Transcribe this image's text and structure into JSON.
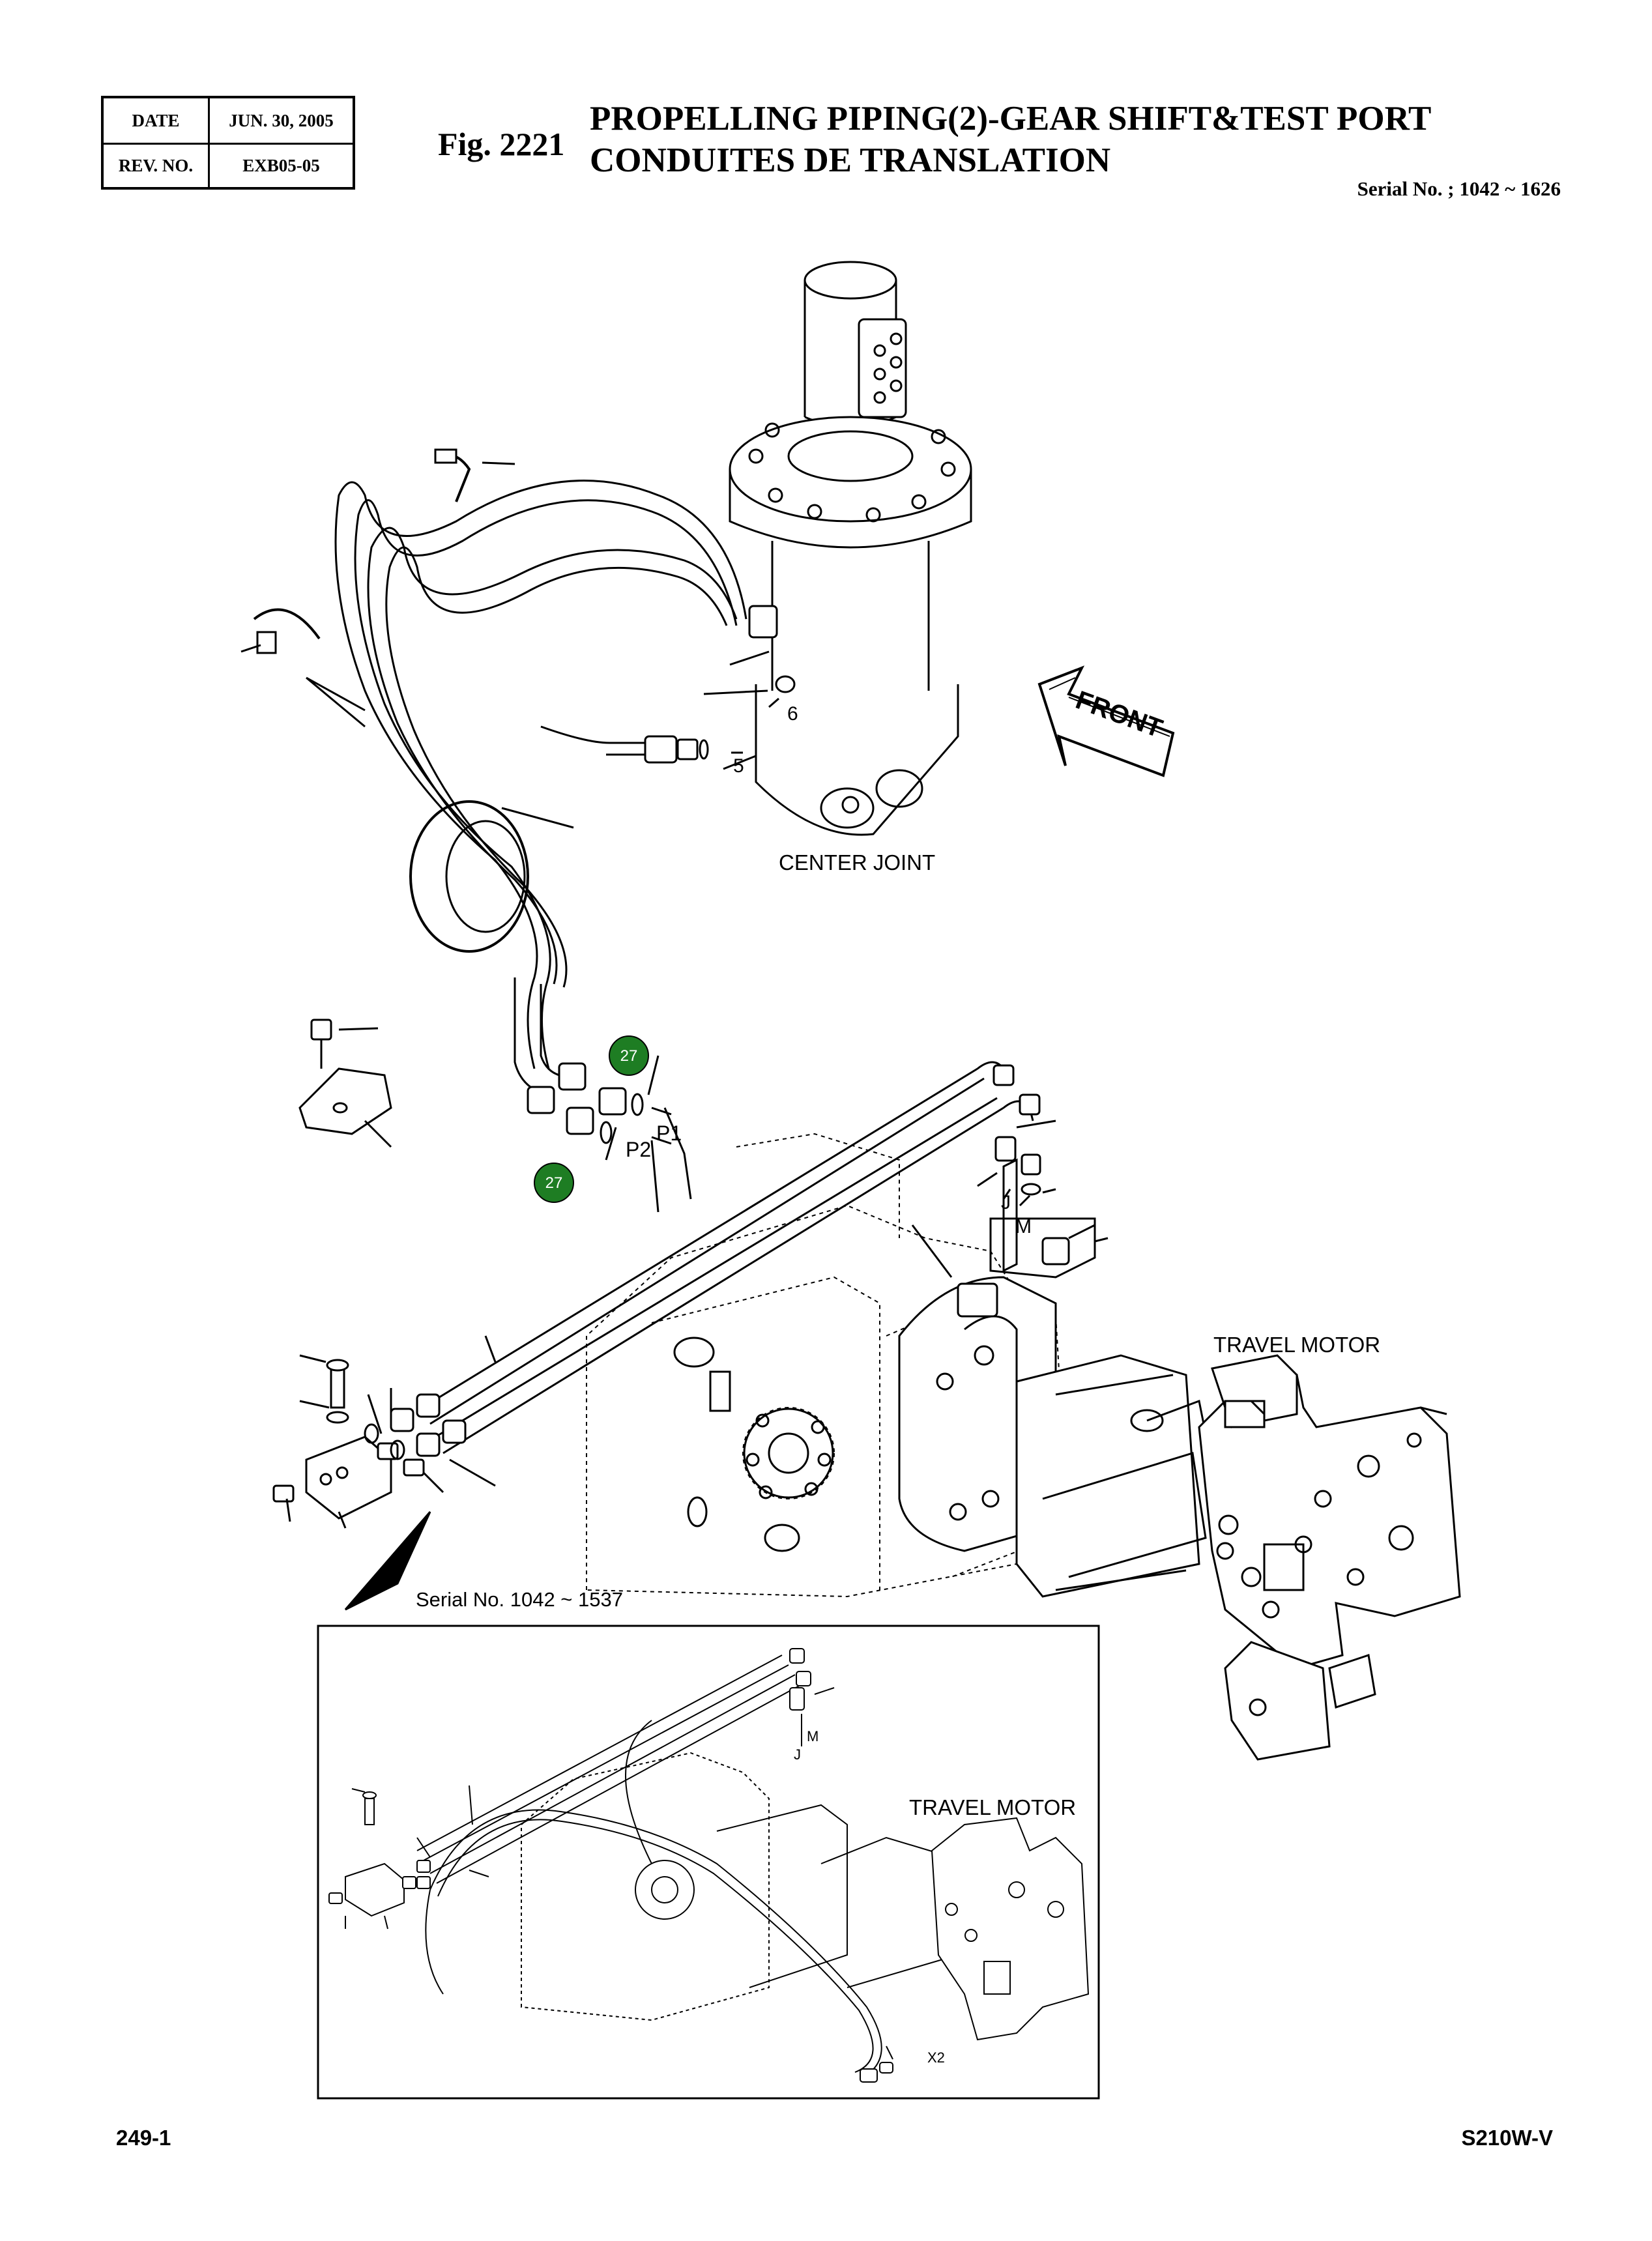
{
  "header": {
    "date_label": "DATE",
    "date_value": "JUN. 30, 2005",
    "rev_label": "REV. NO.",
    "rev_value": "EXB05-05",
    "fig_number": "Fig. 2221",
    "title_line1": "PROPELLING PIPING(2)-GEAR SHIFT&TEST PORT",
    "title_line2": "CONDUITES DE TRANSLATION",
    "serial": "Serial No. ; 1042 ~ 1626"
  },
  "drawing": {
    "center_joint_label": "CENTER JOINT",
    "front_label": "FRONT",
    "travel_motor_label": "TRAVEL MOTOR",
    "callout_5": "5",
    "callout_6": "6",
    "callout_27a": "27",
    "callout_27b": "27",
    "port_p1": "P1",
    "port_p2": "P2",
    "port_j": "J",
    "port_m": "M"
  },
  "inset": {
    "serial_label": "Serial No. 1042 ~ 1537",
    "travel_motor_label": "TRAVEL MOTOR",
    "port_j": "J",
    "port_m": "M",
    "port_x2": "X2"
  },
  "footer": {
    "page": "249-1",
    "model": "S210W-V"
  },
  "colors": {
    "callout_fill": "#1e7d23",
    "line": "#000000"
  }
}
